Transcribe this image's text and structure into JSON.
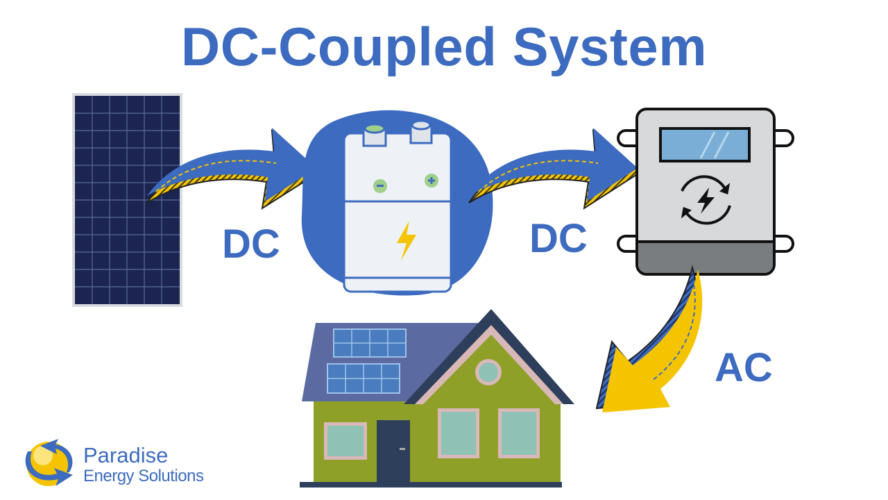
{
  "title": "DC-Coupled System",
  "labels": {
    "panel_to_battery": "DC",
    "battery_to_inverter": "DC",
    "inverter_to_house": "AC"
  },
  "logo": {
    "line1": "Paradise",
    "line2": "Energy Solutions"
  },
  "colors": {
    "accent": "#3d6bbf",
    "arrow_yellow": "#f5c400",
    "panel_navy": "#1b2550",
    "house_green": "#8fa028"
  }
}
